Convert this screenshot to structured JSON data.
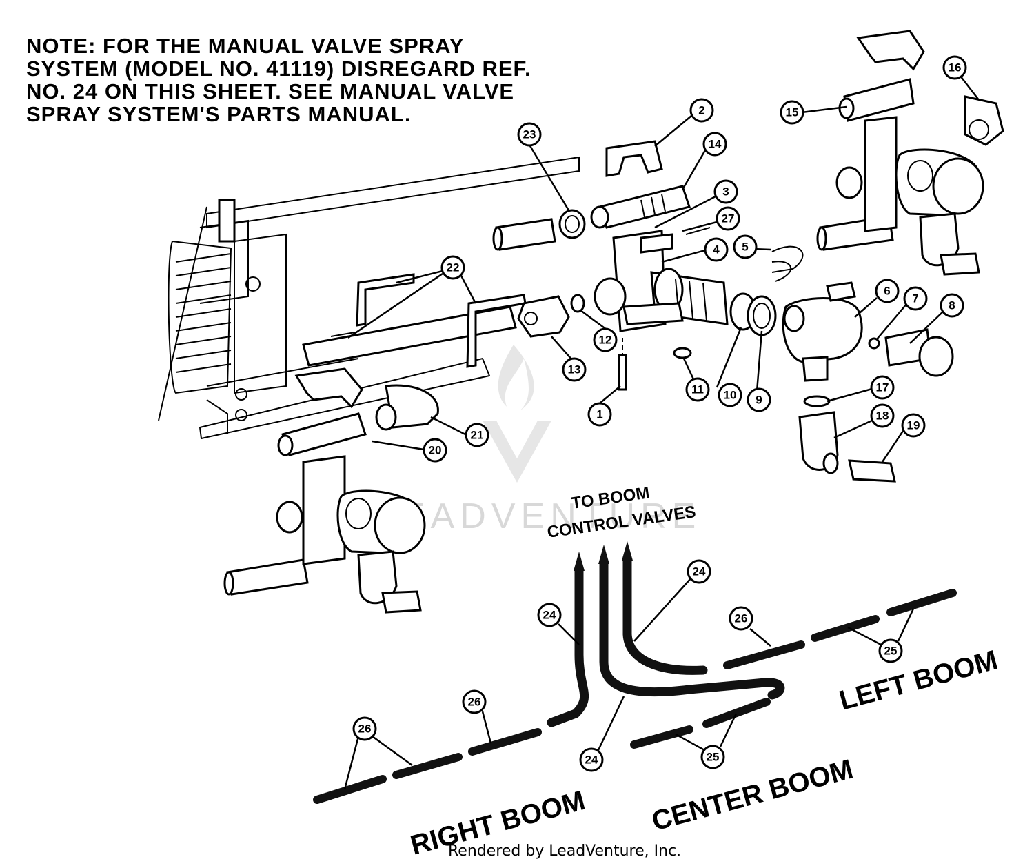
{
  "note": {
    "lines": [
      "NOTE: FOR THE MANUAL VALVE SPRAY",
      "SYSTEM (MODEL NO. 41119) DISREGARD REF.",
      "NO. 24 ON THIS SHEET. SEE MANUAL VALVE",
      "SPRAY SYSTEM'S PARTS MANUAL."
    ]
  },
  "labels": {
    "to_boom_line1": "TO BOOM",
    "to_boom_line2": "CONTROL VALVES",
    "left_boom": "LEFT BOOM",
    "center_boom": "CENTER BOOM",
    "right_boom": "RIGHT BOOM"
  },
  "watermark": "LEADVENTURE",
  "footer": "Rendered by LeadVenture, Inc.",
  "callouts": [
    "1",
    "2",
    "3",
    "4",
    "5",
    "6",
    "7",
    "8",
    "9",
    "10",
    "11",
    "12",
    "13",
    "14",
    "15",
    "16",
    "17",
    "18",
    "19",
    "20",
    "21",
    "22",
    "23",
    "24",
    "25",
    "26",
    "27"
  ]
}
